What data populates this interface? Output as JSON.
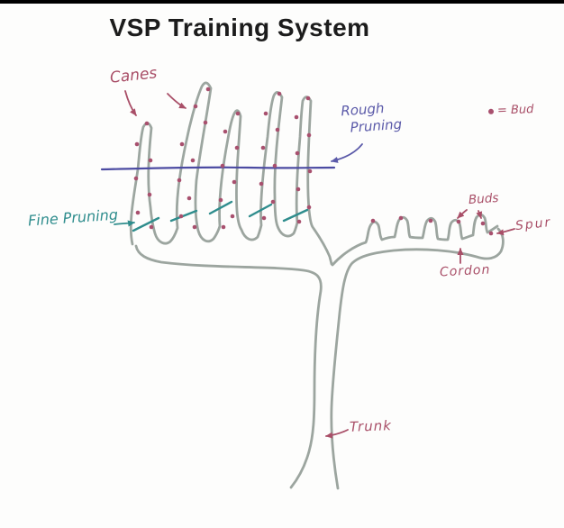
{
  "title": "VSP Training System",
  "labels": {
    "canes": "Canes",
    "rough_pruning_line1": "Rough",
    "rough_pruning_line2": "Pruning",
    "bud_legend": "= Bud",
    "fine_pruning": "Fine Pruning",
    "buds": "Buds",
    "spur": "Spur",
    "cordon": "Cordon",
    "trunk": "Trunk"
  },
  "colors": {
    "top_bar": "#000000",
    "title_text": "#1c1c1c",
    "pencil_sketch": "#97a19b",
    "bud_dot": "#a8506e",
    "pink_label": "#a94f68",
    "purple_label": "#5b5aa9",
    "pruning_wire": "#4c4ba2",
    "teal_label": "#2f8d8d"
  },
  "diagram": {
    "type": "hand-drawn grapevine training diagram",
    "cane_count": 5,
    "spur_count": 5
  }
}
